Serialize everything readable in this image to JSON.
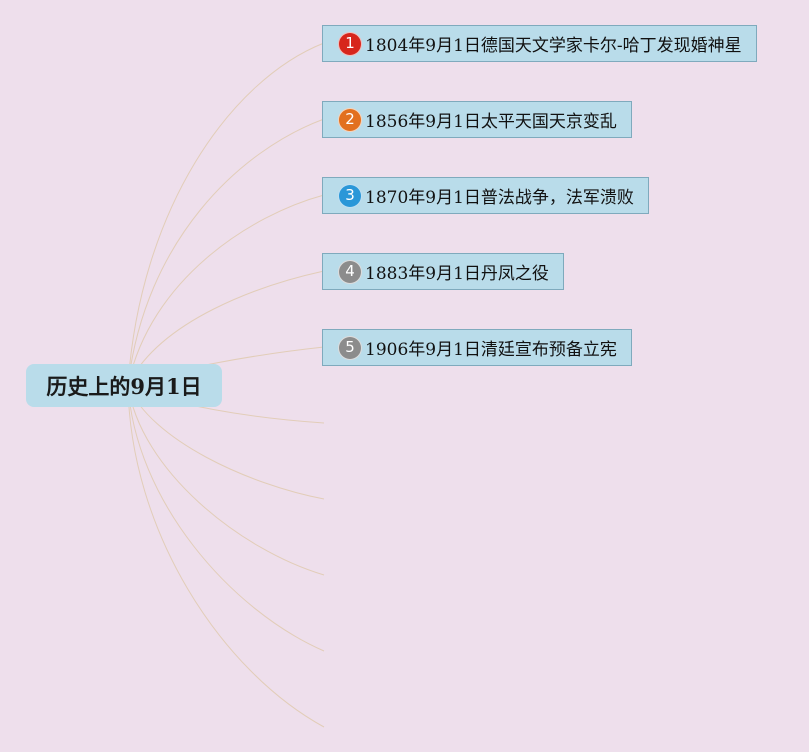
{
  "root": {
    "label": "历史上的9月1日"
  },
  "topics": [
    {
      "marker": "1",
      "marker_color": "#d7261c",
      "label": "1804年9月1日德国天文学家卡尔-哈丁发现婚神星"
    },
    {
      "marker": "2",
      "marker_color": "#e2701f",
      "label": "1856年9月1日太平天国天京变乱"
    },
    {
      "marker": "3",
      "marker_color": "#2a97d8",
      "label": "1870年9月1日普法战争，法军溃败"
    },
    {
      "marker": "4",
      "marker_color": "#8c8c8c",
      "label": "1883年9月1日丹凤之役"
    },
    {
      "marker": "5",
      "marker_color": "#8c8c8c",
      "label": "1906年9月1日清廷宣布预备立宪"
    }
  ],
  "colors": {
    "background": "#eedfec",
    "node_fill": "#b9dcea",
    "node_border": "#7faabd",
    "connector": "#e2cdb8"
  }
}
